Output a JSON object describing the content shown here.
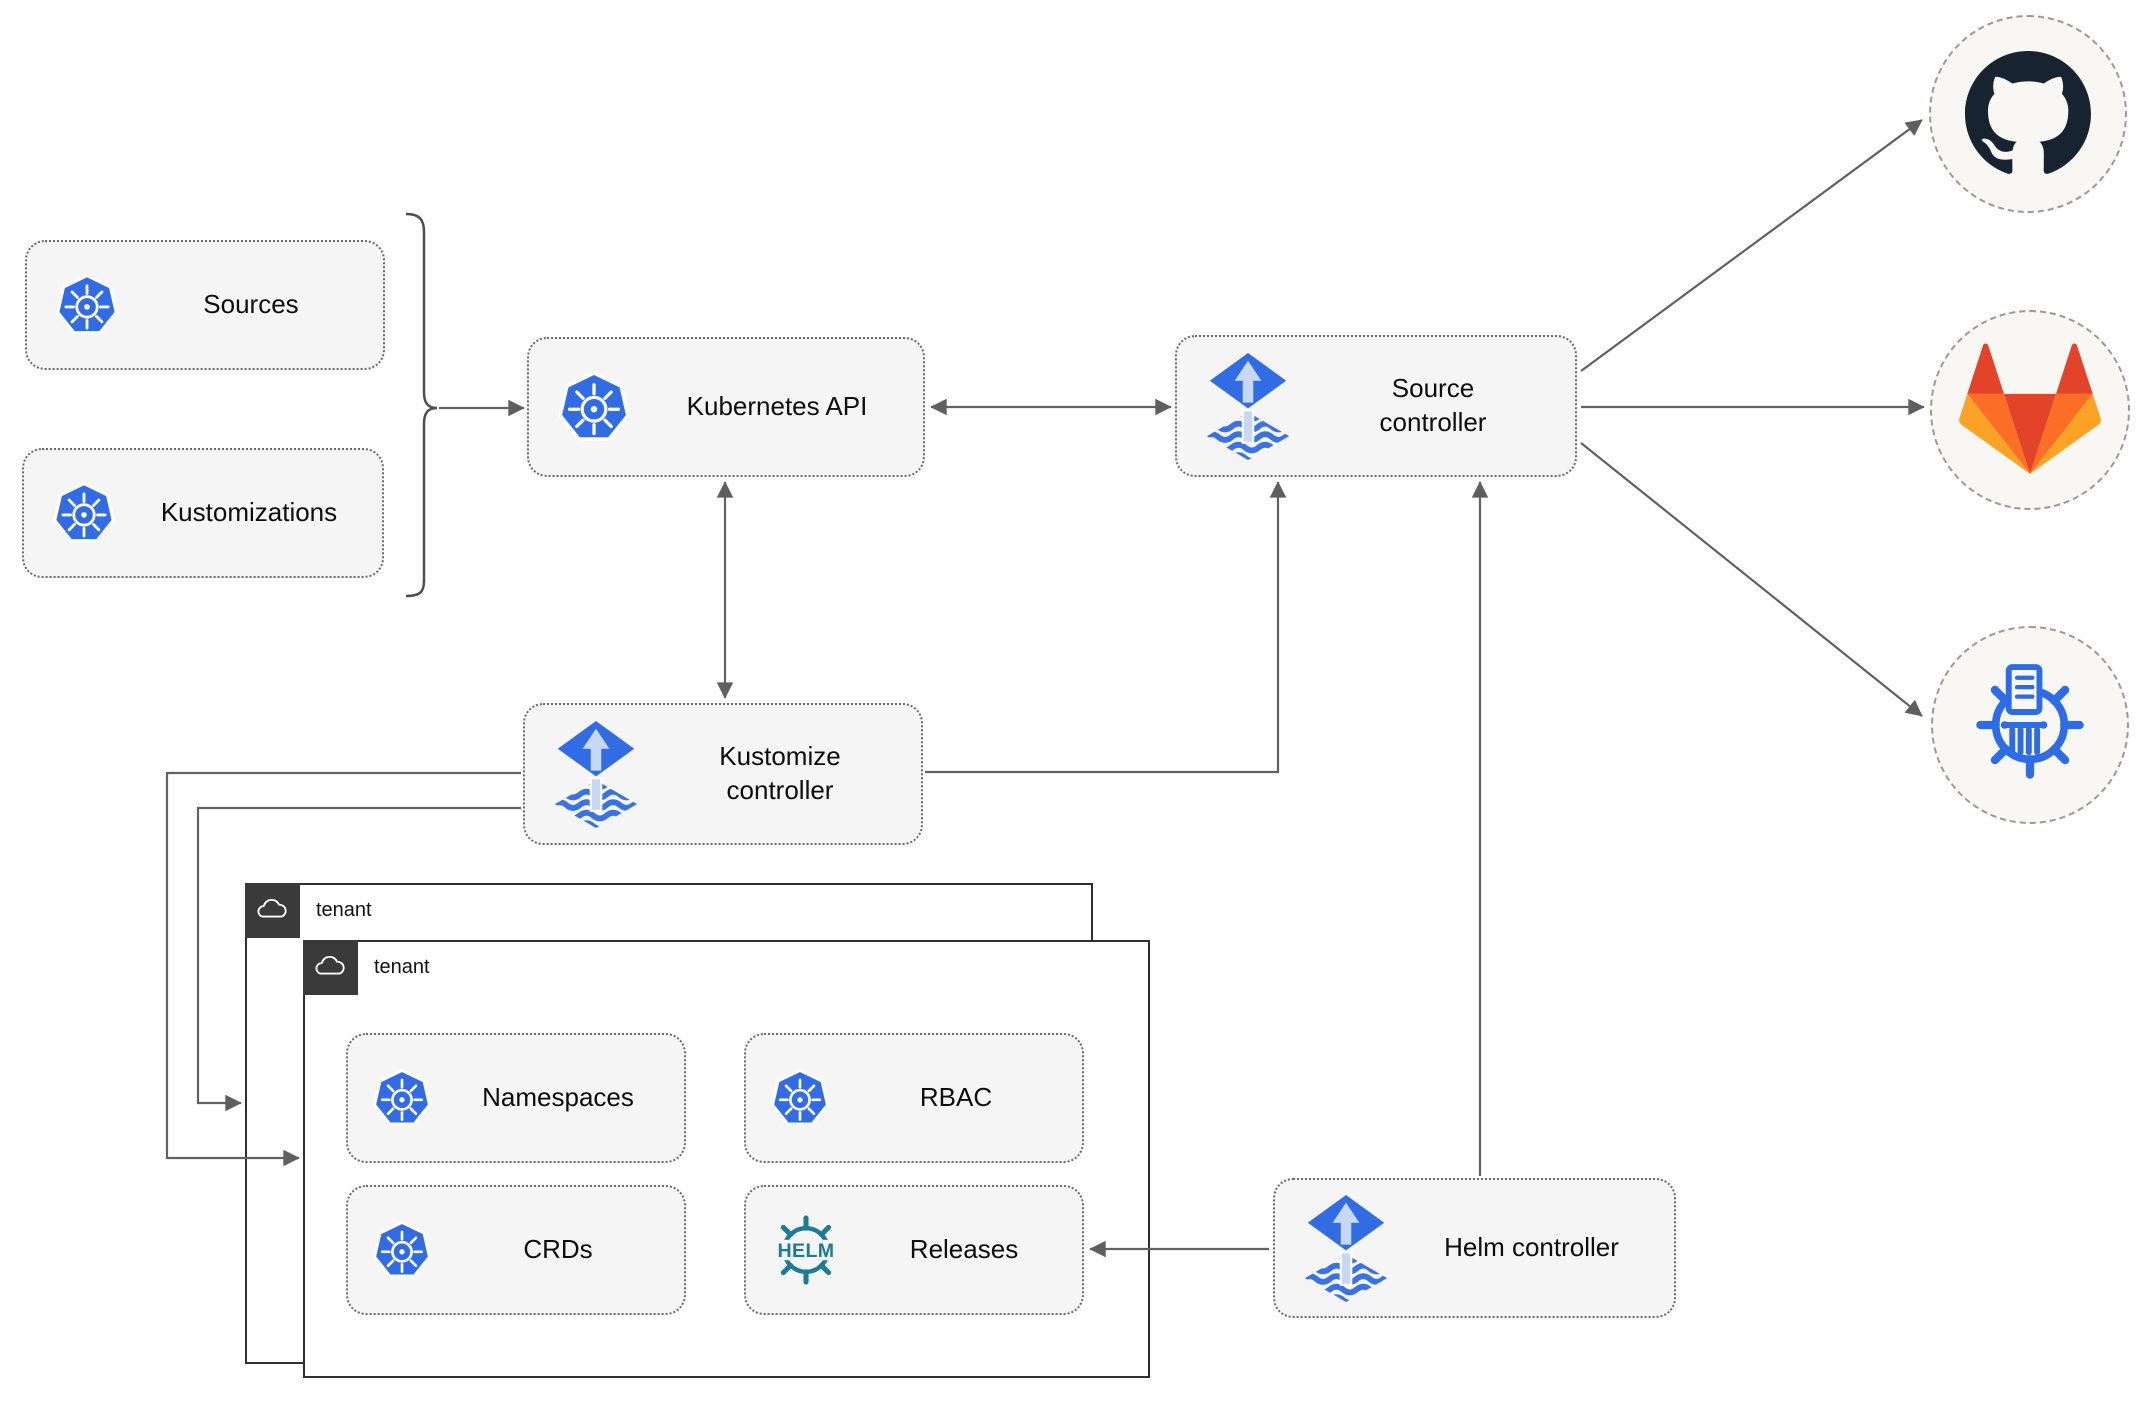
{
  "nodes": {
    "sources": {
      "label": "Sources"
    },
    "kustomizations": {
      "label": "Kustomizations"
    },
    "kubernetes_api": {
      "label": "Kubernetes API"
    },
    "source_controller": {
      "label": "Source controller"
    },
    "kustomize_controller": {
      "label": "Kustomize controller"
    },
    "helm_controller": {
      "label": "Helm controller"
    },
    "namespaces": {
      "label": "Namespaces"
    },
    "rbac": {
      "label": "RBAC"
    },
    "crds": {
      "label": "CRDs"
    },
    "releases": {
      "label": "Releases"
    }
  },
  "tenants": {
    "back": {
      "label": "tenant"
    },
    "front": {
      "label": "tenant"
    }
  },
  "icons": {
    "kubernetes": "kubernetes-wheel-icon",
    "flux": "flux-diamond-icon",
    "helm": "helm-wheel-icon",
    "helm_logo_text": "HELM",
    "cloud": "cloud-icon",
    "github": "github-octocat-icon",
    "gitlab": "gitlab-tanuki-icon",
    "chartmuseum": "chartmuseum-wheel-icon"
  },
  "colors": {
    "kubernetes_blue": "#326ce5",
    "flux_blue": "#316ce4",
    "flux_light_arrow": "#c7d8f6",
    "helm_teal": "#1e7b97",
    "github_dark": "#17242f",
    "gitlab_red": "#e24329",
    "gitlab_orange": "#fc6d26",
    "gitlab_yellow": "#fca326",
    "chartmuseum_blue": "#2d6ce5",
    "arrow_gray": "#616161",
    "node_fill": "#f5f5f5",
    "node_border": "#6b6b6b",
    "tenant_border": "#2f2f2f",
    "tenant_tab_dark": "#3a3a3a",
    "provider_fill": "#f8f7f4"
  }
}
